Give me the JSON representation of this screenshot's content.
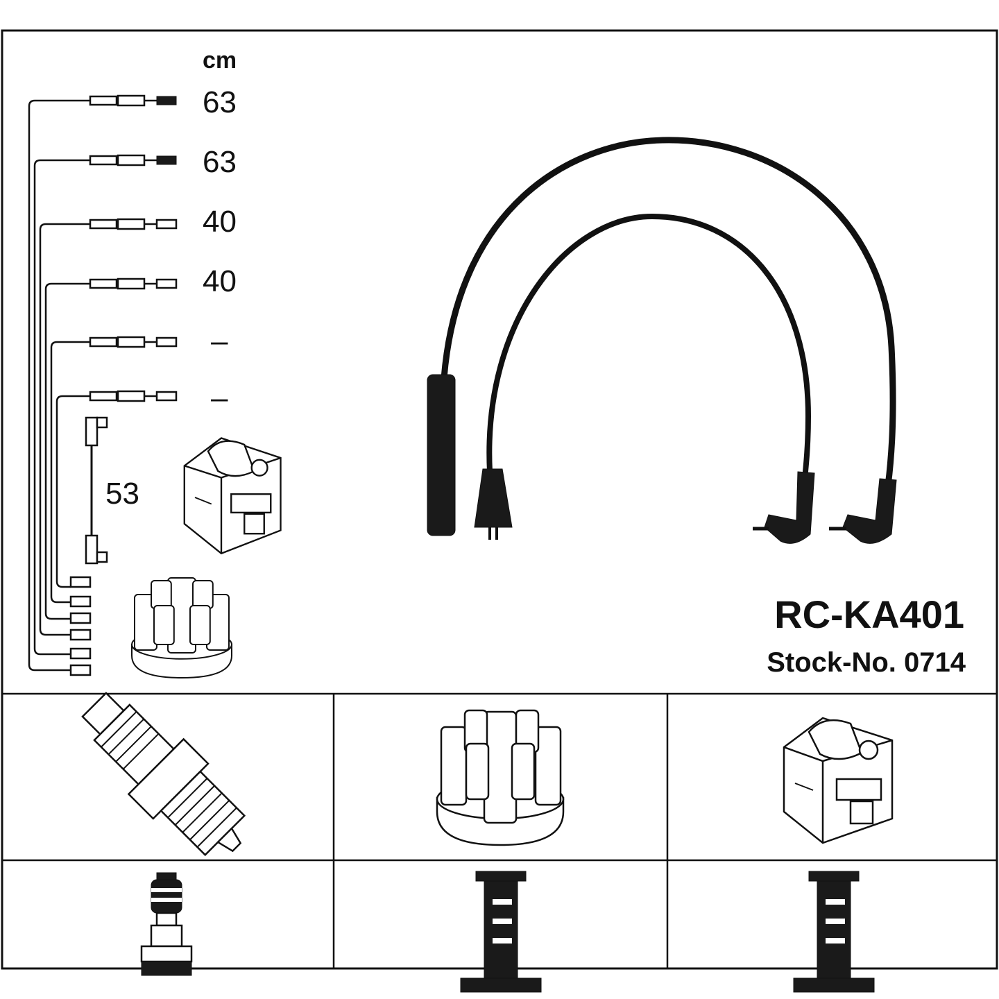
{
  "lengths_panel": {
    "unit": "cm",
    "leads": [
      "63",
      "63",
      "40",
      "40",
      "–",
      "–"
    ],
    "coil_lead": "53"
  },
  "product": {
    "code": "RC-KA401",
    "stock": "Stock-No. 0714"
  },
  "components": {
    "row1": [
      "spark-plug",
      "distributor-cap",
      "ignition-coil"
    ],
    "row2": [
      "spark-plug-terminal",
      "distributor-terminal",
      "coil-terminal"
    ]
  }
}
